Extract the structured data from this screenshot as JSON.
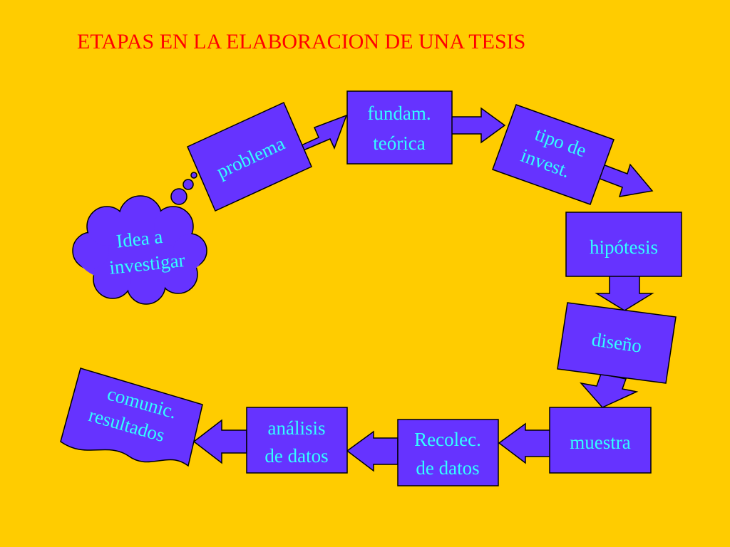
{
  "title": "ETAPAS EN LA ELABORACION DE UNA TESIS",
  "colors": {
    "background": "#FFCC00",
    "title": "#FF0000",
    "shape_fill": "#6633FF",
    "shape_text": "#33FFFF",
    "outline": "#000000"
  },
  "nodes": {
    "idea": [
      "Idea a",
      "investigar"
    ],
    "problema": [
      "problema"
    ],
    "fundam": [
      "fundam.",
      "teórica"
    ],
    "tipo": [
      "tipo de",
      "invest."
    ],
    "hipotesis": [
      "hipótesis"
    ],
    "diseno": [
      "diseño"
    ],
    "muestra": [
      "muestra"
    ],
    "recolec": [
      "Recolec.",
      "de datos"
    ],
    "analisis": [
      "análisis",
      "de datos"
    ],
    "comunic": [
      "comunic.",
      "resultados"
    ]
  }
}
